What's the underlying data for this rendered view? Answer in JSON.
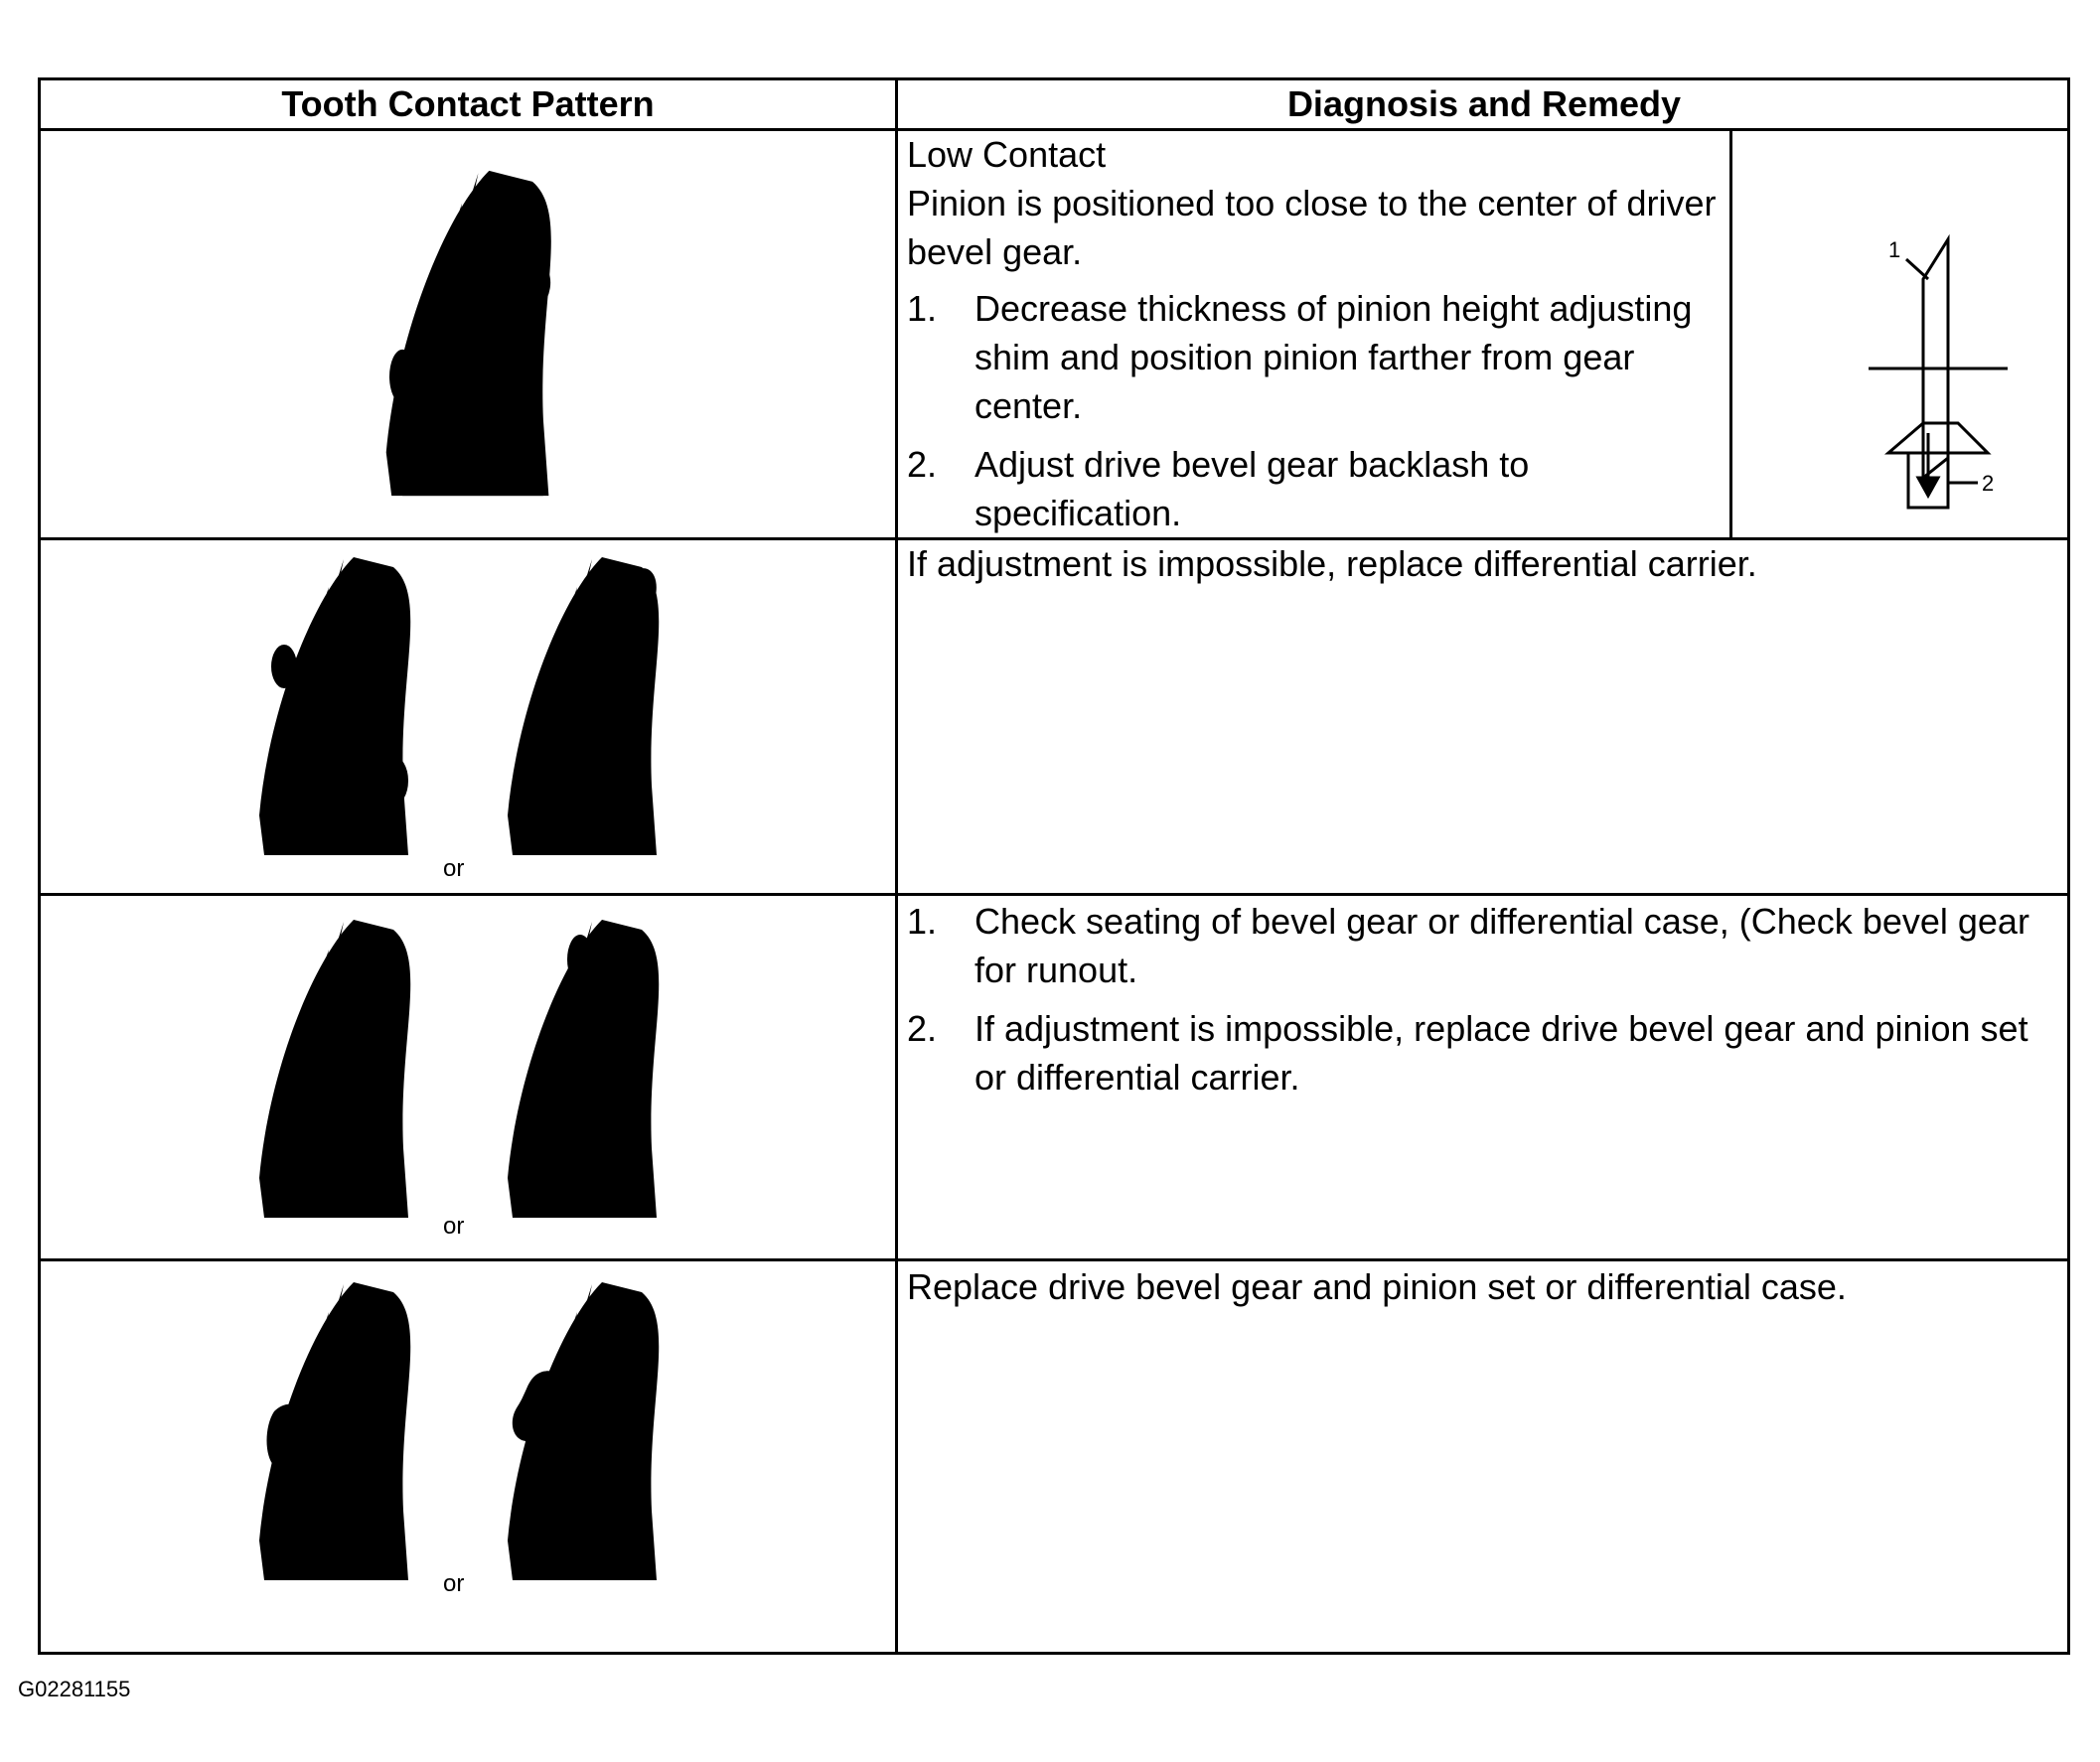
{
  "table": {
    "headers": {
      "pattern": "Tooth Contact Pattern",
      "diagnosis": "Diagnosis and Remedy"
    },
    "rows": [
      {
        "title": "Low Contact",
        "intro": "Pinion is positioned too close to the center of driver bevel gear.",
        "steps": [
          {
            "num": "1.",
            "text": "Decrease thickness of pinion height adjusting shim and position pinion farther from gear center."
          },
          {
            "num": "2.",
            "text": "Adjust drive bevel gear backlash to specification."
          }
        ],
        "diagram_labels": {
          "pinion": "1",
          "shim": "2"
        }
      },
      {
        "or_label": "or",
        "text": "If adjustment is impossible, replace differential carrier."
      },
      {
        "or_label": "or",
        "steps": [
          {
            "num": "1.",
            "text": "Check seating of bevel gear or differential case, (Check bevel gear for runout."
          },
          {
            "num": "2.",
            "text": "If adjustment is impossible, replace drive bevel gear and pinion set or differential carrier."
          }
        ]
      },
      {
        "or_label": "or",
        "text": "Replace drive bevel gear and pinion set or differential case."
      }
    ]
  },
  "footer": {
    "code": "G02281155"
  }
}
